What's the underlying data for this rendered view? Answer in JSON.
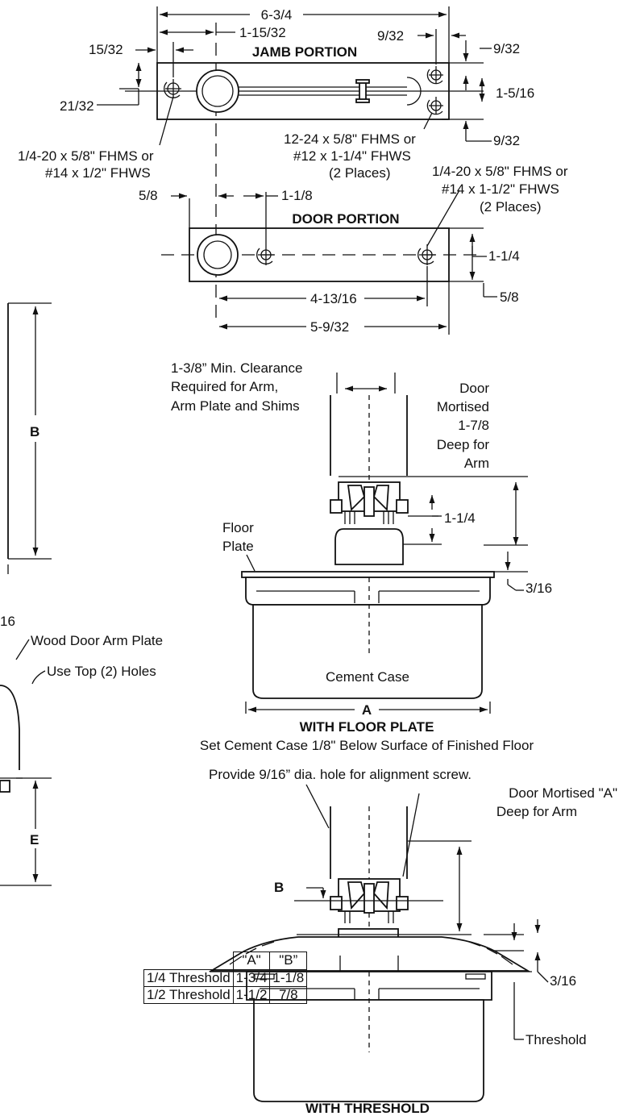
{
  "jamb": {
    "title": "JAMB PORTION",
    "dim_overall": "6-3/4",
    "dim_center": "1-15/32",
    "dim_right_in": "9/32",
    "dim_left_in": "15/32",
    "dim_left_v": "21/32",
    "dim_top": "9/32",
    "dim_height": "1-5/16",
    "dim_bottom": "9/32",
    "screw_left_1": "1/4-20 x 5/8\" FHMS or",
    "screw_left_2": "#14 x 1/2\" FHWS",
    "screw_right_1": "12-24 x 5/8\" FHMS or",
    "screw_right_2": "#12 x 1-1/4\" FHWS",
    "screw_right_3": "(2 Places)"
  },
  "door": {
    "title": "DOOR PORTION",
    "dim_left": "5/8",
    "dim_offset": "1-1/8",
    "dim_height": "1-1/4",
    "dim_bottom": "5/8",
    "dim_holes": "4-13/16",
    "dim_overall": "5-9/32",
    "screw_1": "1/4-20 x 5/8\" FHMS or",
    "screw_2": "#14 x 1-1/2\" FHWS",
    "screw_3": "(2 Places)"
  },
  "floor_plate": {
    "clear_1": "1-3/8” Min. Clearance",
    "clear_2": "Required for Arm,",
    "clear_3": "Arm Plate and Shims",
    "mort_1": "Door",
    "mort_2": "Mortised",
    "mort_3": "1-7/8",
    "mort_4": "Deep for",
    "mort_5": "Arm",
    "dim_arm": "1-1/4",
    "plate_1": "Floor",
    "plate_2": "Plate",
    "dim_plate": "3/16",
    "case_label": "Cement Case",
    "dim_a": "A",
    "title": "WITH FLOOR PLATE",
    "note": "Set Cement Case 1/8\" Below Surface of Finished Floor"
  },
  "threshold": {
    "note_hole": "Provide 9/16” dia. hole for alignment screw.",
    "mort_1": "Door Mortised \"A\"",
    "mort_2": "Deep for Arm",
    "dim_b": "B",
    "dim_plate": "3/16",
    "threshold_label": "Threshold",
    "title": "WITH THRESHOLD"
  },
  "side": {
    "dim_b": "B",
    "dim_e": "E",
    "frag_16": "16",
    "arm_plate": "Wood Door Arm Plate",
    "top_holes": "Use Top (2) Holes"
  },
  "table": {
    "headers": [
      "",
      "\"A\"",
      "\"B”"
    ],
    "rows": [
      [
        "1/4 Threshold",
        "1-3/4",
        "1-1/8"
      ],
      [
        "1/2 Threshold",
        "1-1/2",
        "7/8"
      ]
    ]
  }
}
